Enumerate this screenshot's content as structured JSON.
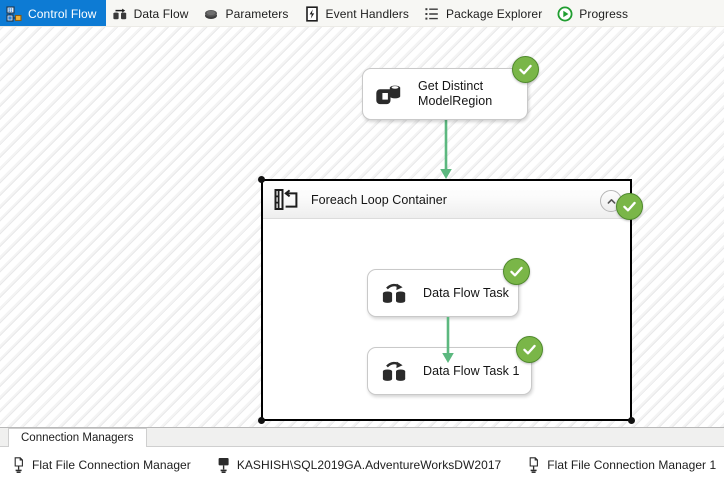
{
  "tabs": [
    {
      "label": "Control Flow",
      "icon": "control-flow-icon",
      "active": true
    },
    {
      "label": "Data Flow",
      "icon": "data-flow-icon",
      "active": false
    },
    {
      "label": "Parameters",
      "icon": "parameters-icon",
      "active": false
    },
    {
      "label": "Event Handlers",
      "icon": "event-handlers-icon",
      "active": false
    },
    {
      "label": "Package Explorer",
      "icon": "package-explorer-icon",
      "active": false
    },
    {
      "label": "Progress",
      "icon": "progress-icon",
      "active": false
    }
  ],
  "canvas": {
    "tasks": [
      {
        "name": "get-distinct-modelregion",
        "label": "Get Distinct\nModelRegion",
        "icon": "execute-sql-task-icon",
        "status": "success"
      },
      {
        "name": "data-flow-task",
        "label": "Data Flow Task",
        "icon": "data-flow-task-icon",
        "status": "success"
      },
      {
        "name": "data-flow-task-1",
        "label": "Data Flow Task 1",
        "icon": "data-flow-task-icon",
        "status": "success"
      }
    ],
    "container": {
      "title": "Foreach Loop Container",
      "icon": "foreach-loop-icon",
      "status": "success",
      "collapse_icon": "chevron-up-icon",
      "selected": true
    },
    "colors": {
      "precedence_constraint": "#5cb87f",
      "status_success": "#7ab648",
      "active_tab": "#0d7bd4",
      "container_border": "#000000"
    }
  },
  "bottom": {
    "tab_label": "Connection Managers",
    "connections": [
      {
        "label": "Flat File Connection Manager",
        "icon": "flat-file-connection-icon"
      },
      {
        "label": "KASHISH\\SQL2019GA.AdventureWorksDW2017",
        "icon": "ole-db-connection-icon"
      },
      {
        "label": "Flat File Connection Manager 1",
        "icon": "flat-file-connection-icon"
      }
    ]
  }
}
